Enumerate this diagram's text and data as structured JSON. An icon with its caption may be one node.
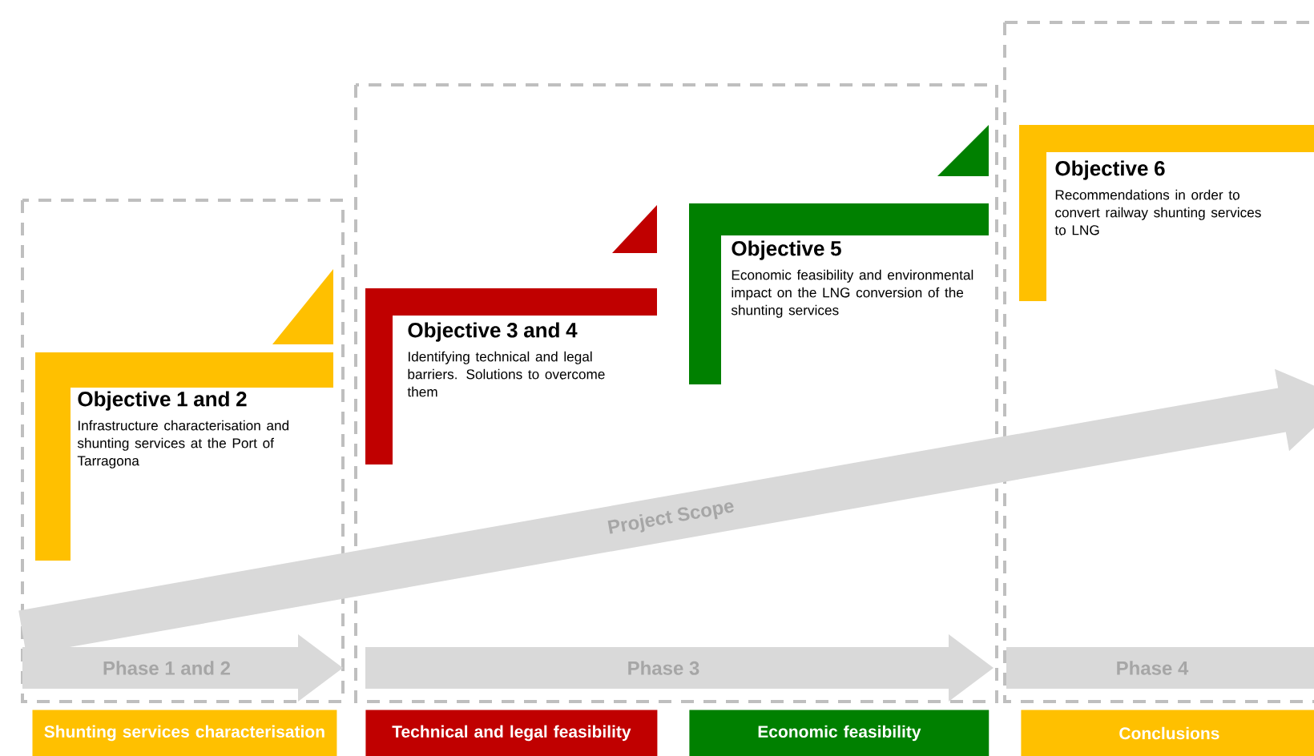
{
  "diagram": {
    "nodes": [
      {
        "text": [
          "Objective 1 and 2",
          "Infrastructure characterisation and shunting services at the Port of Tarragona"
        ]
      },
      {
        "text": [
          "Objective 3 and 4",
          "Identifying technical and legal barriers. Solutions to overcome them"
        ]
      },
      {
        "text": [
          "Objective 5",
          "Economic feasibility and environmental impact on the LNG conversion of the shunting services"
        ]
      },
      {
        "text": [
          "Objective 6",
          "Recommendations in order to convert railway shunting services to LNG"
        ]
      },
      {
        "text": [
          "Project Scope"
        ]
      },
      {
        "text": [
          "Phase 1 and 2"
        ]
      },
      {
        "text": [
          "Phase 3"
        ]
      },
      {
        "text": [
          "Phase 4"
        ]
      },
      {
        "text": [
          "Shunting services characterisation"
        ]
      },
      {
        "text": [
          "Technical and legal feasibility"
        ]
      },
      {
        "text": [
          "Economic feasibility"
        ]
      },
      {
        "text": [
          "Conclusions"
        ]
      }
    ]
  }
}
